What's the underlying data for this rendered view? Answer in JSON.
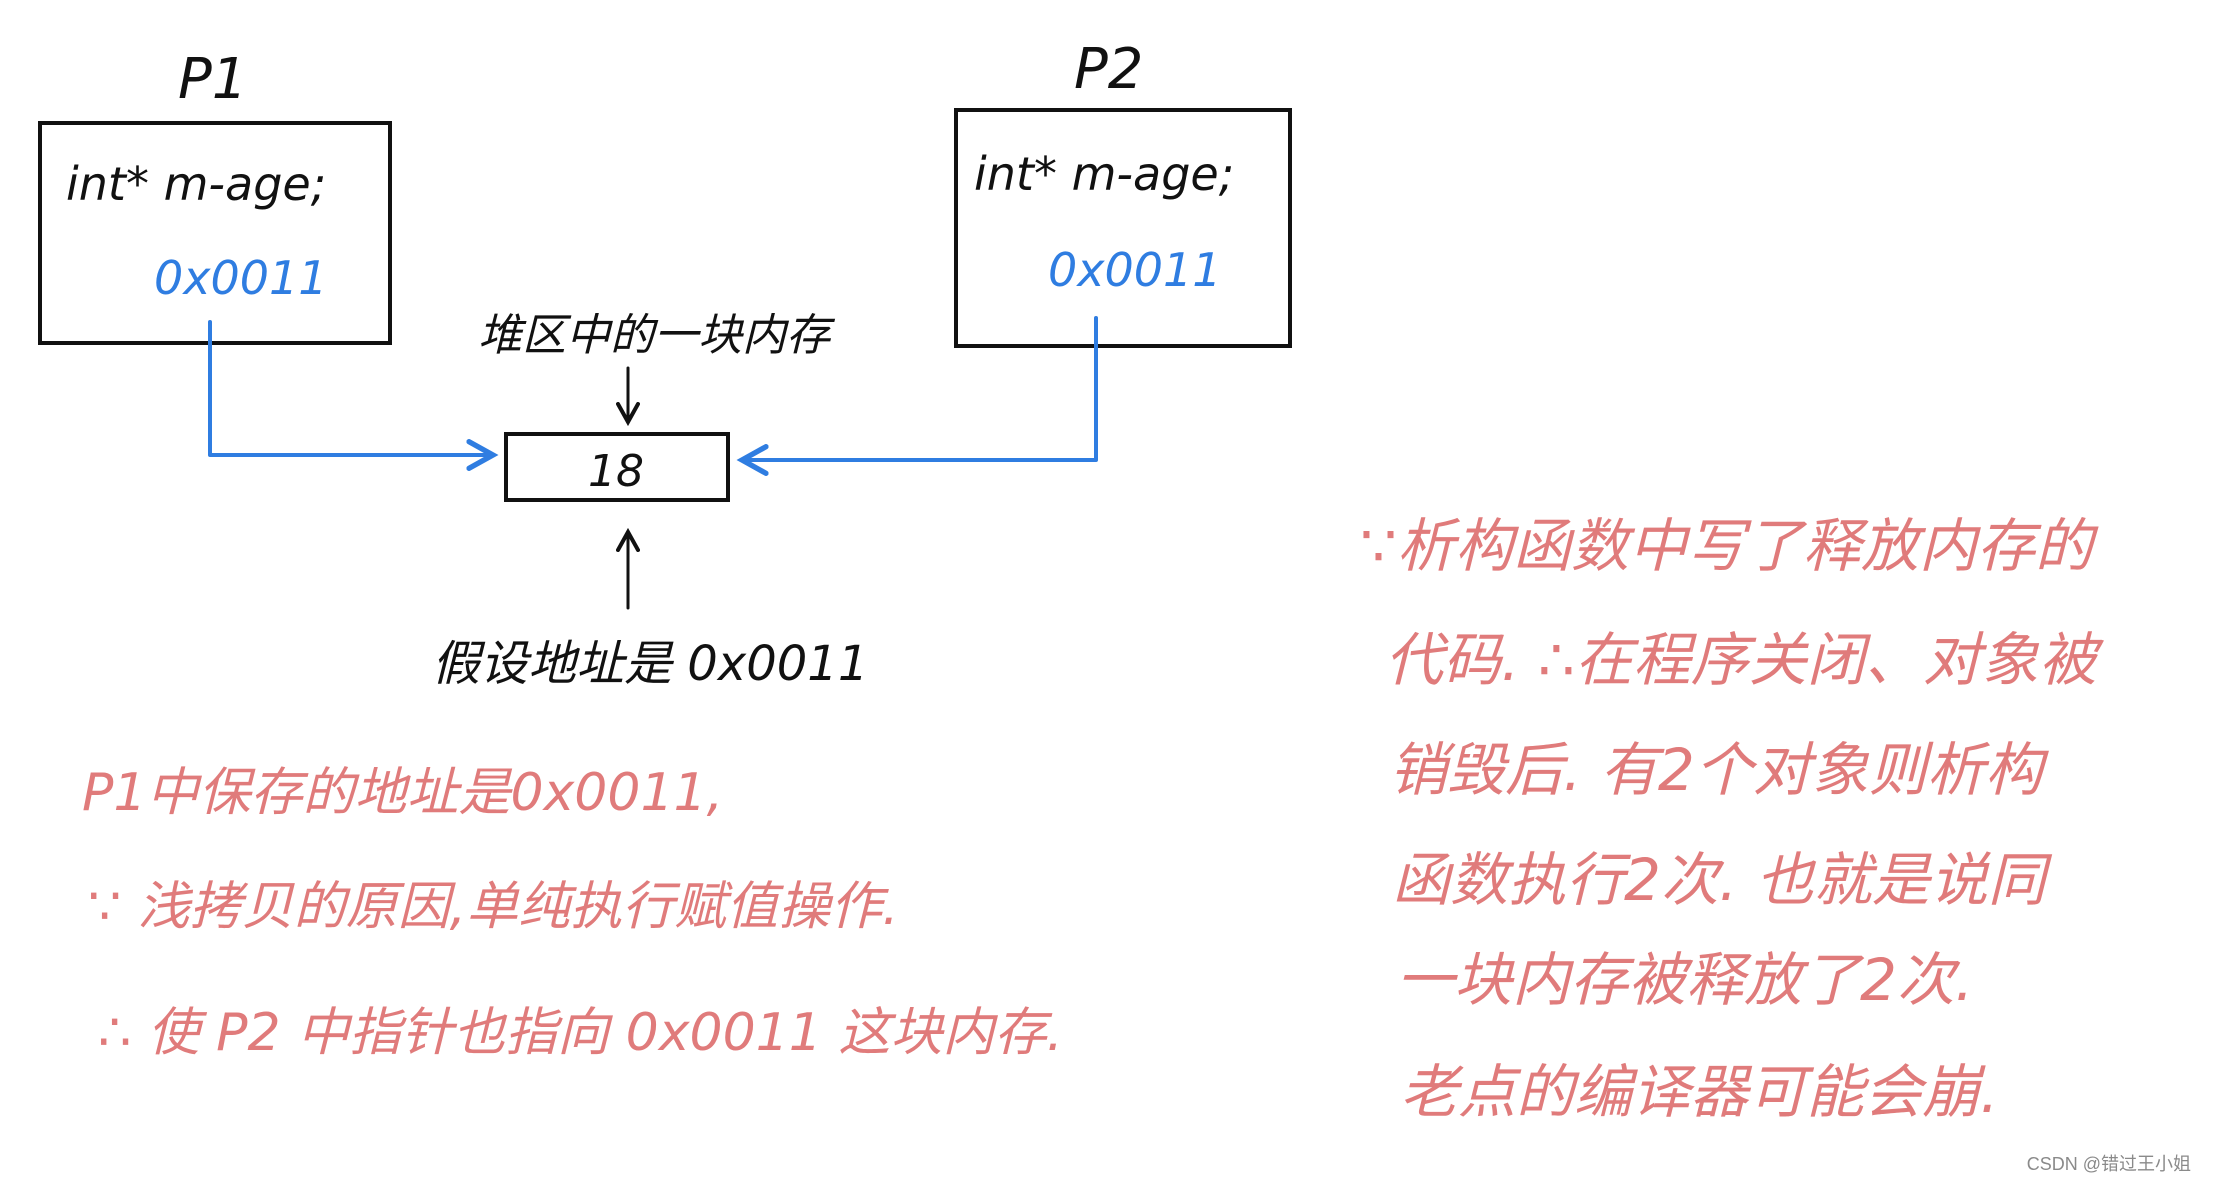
{
  "left_object": {
    "label": "P1",
    "declaration": "int* m-age;",
    "address": "0x0011"
  },
  "right_object": {
    "label": "P2",
    "declaration": "int* m-age;",
    "address": "0x0011"
  },
  "heap": {
    "caption": "堆区中的一块内存",
    "value": "18",
    "address_note": "假设地址是 0x0011"
  },
  "notes_left": [
    "P1中保存的地址是0x0011,",
    "∵ 浅拷贝的原因,单纯执行赋值操作.",
    "∴ 使 P2 中指针也指向 0x0011 这块内存."
  ],
  "notes_right": [
    "∵析构函数中写了释放内存的",
    "代码. ∴在程序关闭、对象被",
    "销毁后. 有2个对象则析构",
    "函数执行2次. 也就是说同",
    "一块内存被释放了2次.",
    "老点的编译器可能会崩."
  ],
  "colors": {
    "ink": "#111111",
    "blue": "#2f7de1",
    "red": "#e07b7b"
  },
  "watermark": "CSDN @错过王小姐"
}
